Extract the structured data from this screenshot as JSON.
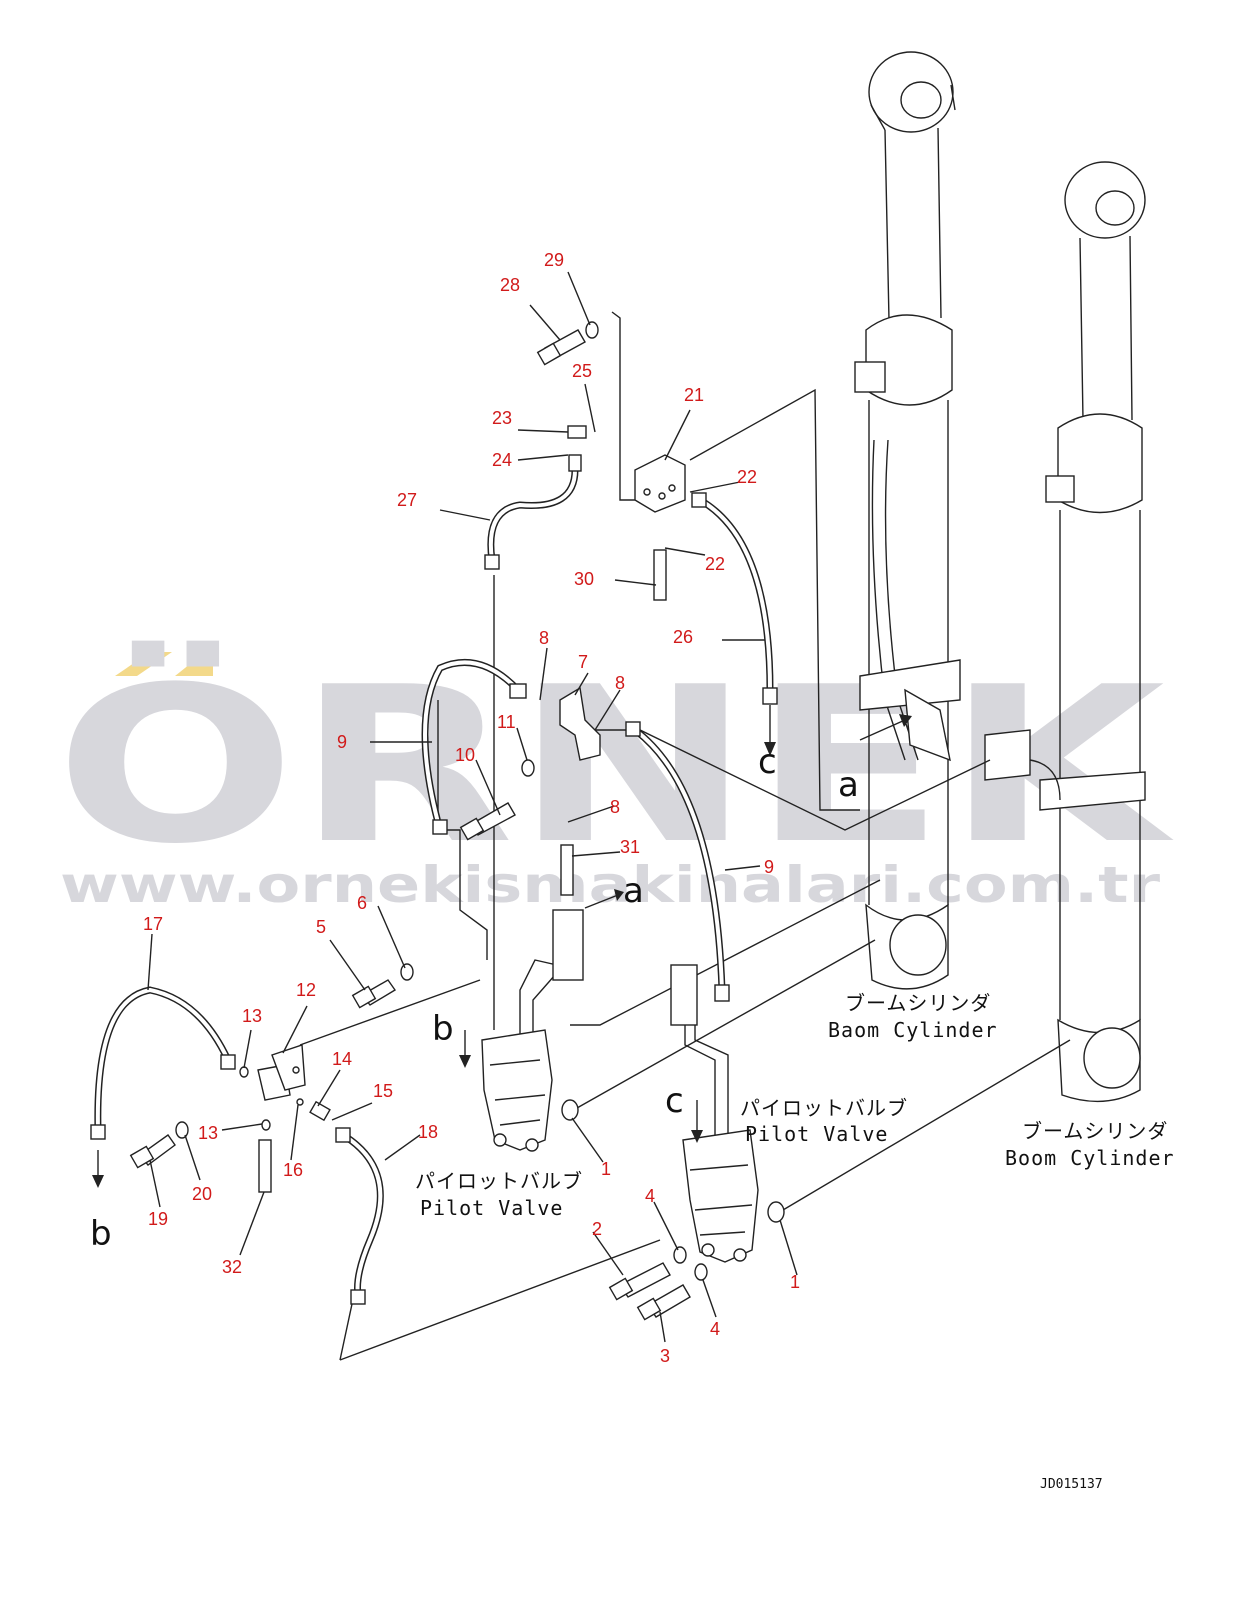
{
  "watermark": {
    "brand": "ÖRNEK",
    "url": "www.ornekismakinalari.com.tr"
  },
  "drawing_code": "JD015137",
  "flow_markers": {
    "a": "a",
    "b": "b",
    "c": "c"
  },
  "labels": {
    "boom_cyl_1_jp": "ブームシリンダ",
    "boom_cyl_1_en": "Baom Cylinder",
    "boom_cyl_2_jp": "ブームシリンダ",
    "boom_cyl_2_en": "Boom Cylinder",
    "pilot_valve_1_jp": "パイロットバルブ",
    "pilot_valve_1_en": "Pilot Valve",
    "pilot_valve_2_jp": "パイロットバルブ",
    "pilot_valve_2_en": "Pilot Valve"
  },
  "part_numbers": [
    "1",
    "1",
    "2",
    "3",
    "4",
    "4",
    "5",
    "6",
    "7",
    "8",
    "8",
    "8",
    "9",
    "9",
    "10",
    "11",
    "12",
    "13",
    "13",
    "14",
    "15",
    "16",
    "17",
    "18",
    "19",
    "20",
    "21",
    "22",
    "22",
    "23",
    "24",
    "25",
    "26",
    "27",
    "28",
    "29",
    "30",
    "31",
    "32"
  ],
  "colors": {
    "part_number": "#d11a1a",
    "line": "#222222",
    "watermark": "#d7d7dc",
    "watermark_accent": "#f3d98a"
  }
}
